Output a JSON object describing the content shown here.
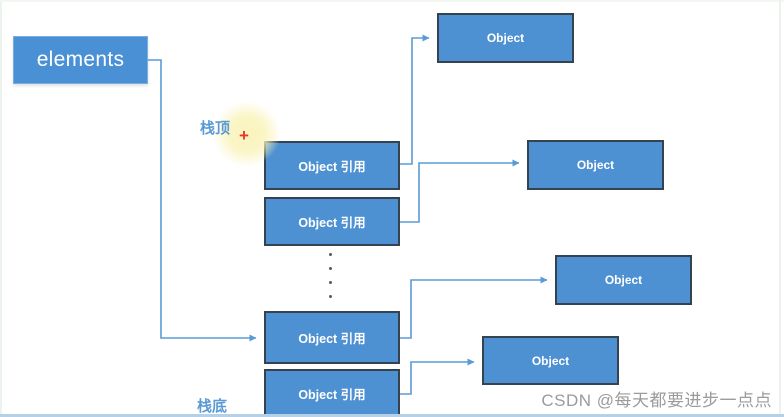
{
  "colors": {
    "box_fill": "#4e91d2",
    "box_border": "#35424f",
    "connector": "#5b9bd5",
    "label_blue": "#5b9bd5",
    "cursor_red": "#df3a2c",
    "highlight_yellow": "#faf3b9",
    "watermark_gray": "#9b9b9b",
    "bottom_edge": "#b5d0e7"
  },
  "diagram": {
    "elements_box": {
      "label": "elements"
    },
    "stack_top_label": "栈顶",
    "stack_bottom_label": "栈底",
    "stack_boxes": [
      {
        "label": "Object 引用"
      },
      {
        "label": "Object 引用"
      },
      {
        "label": "Object 引用"
      },
      {
        "label": "Object 引用"
      }
    ],
    "object_boxes": [
      {
        "label": "Object"
      },
      {
        "label": "Object"
      },
      {
        "label": "Object"
      },
      {
        "label": "Object"
      }
    ],
    "cursor_glyph": "+"
  },
  "watermark": {
    "text": "CSDN @每天都要进步一点点"
  }
}
